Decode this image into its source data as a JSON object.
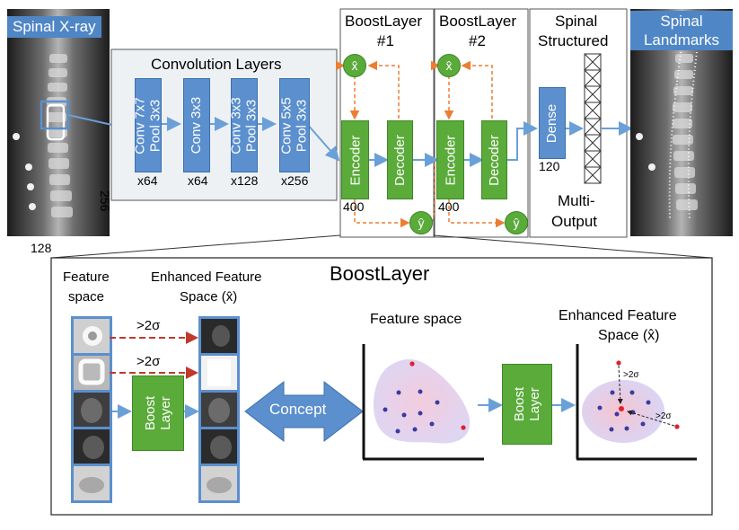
{
  "input": {
    "title": "Spinal X-ray",
    "dim_h": "256",
    "dim_w": "128"
  },
  "conv": {
    "title": "Convolution Layers",
    "blocks": [
      {
        "line1": "Conv 7x7",
        "line2": "Pool 3x3",
        "channels": "x64"
      },
      {
        "line1": "Conv 3x3",
        "line2": "",
        "channels": "x64"
      },
      {
        "line1": "Conv 3x3",
        "line2": "Pool 3x3",
        "channels": "x128"
      },
      {
        "line1": "Conv 5x5",
        "line2": "Pool 3x3",
        "channels": "x256"
      }
    ]
  },
  "boost1": {
    "title_line1": "BoostLayer",
    "title_line2": "#1",
    "encoder": "Encoder",
    "decoder": "Decoder",
    "size": "400",
    "xhat": "x̂",
    "yhat": "ŷ"
  },
  "boost2": {
    "title_line1": "BoostLayer",
    "title_line2": "#2",
    "encoder": "Encoder",
    "decoder": "Decoder",
    "size": "400",
    "xhat": "x̂",
    "yhat": "ŷ"
  },
  "output": {
    "title_line1": "Spinal",
    "title_line2": "Structured",
    "dense": "Dense",
    "dense_size": "120",
    "bottom_line1": "Multi-",
    "bottom_line2": "Output"
  },
  "landmarks": {
    "title_line1": "Spinal",
    "title_line2": "Landmarks"
  },
  "detail": {
    "title": "BoostLayer",
    "feature_space_line1": "Feature",
    "feature_space_line2": "space",
    "enhanced_line1": "Enhanced Feature",
    "enhanced_line2": "Space (x̂)",
    "threshold1": ">2σ",
    "threshold2": ">2σ",
    "boost_line1": "Boost",
    "boost_line2": "Layer",
    "concept": "Concept",
    "plot1_title": "Feature space",
    "boost2_line1": "Boost",
    "boost2_line2": "Layer",
    "plot2_title_line1": "Enhanced Feature",
    "plot2_title_line2": "Space (x̂)",
    "plot2_annot1": ">2σ",
    "plot2_annot2": ">2σ"
  },
  "colors": {
    "blue": "#5b8fcd",
    "green": "#5aab3a",
    "arrow": "#6aa0d8",
    "orange": "#ed7d31",
    "red_dash": "#c0392b"
  }
}
